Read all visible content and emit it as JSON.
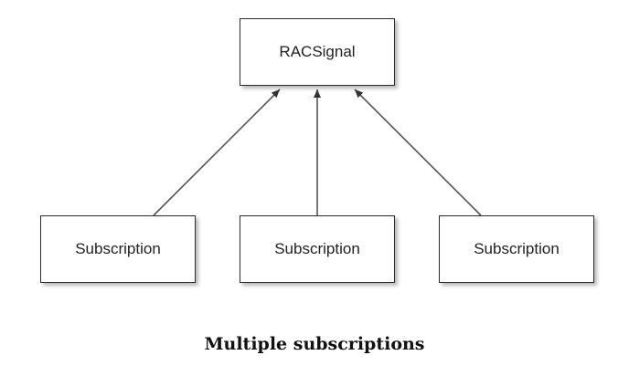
{
  "diagram": {
    "nodes": [
      {
        "id": "signal",
        "label": "RACSignal"
      },
      {
        "id": "sub1",
        "label": "Subscription"
      },
      {
        "id": "sub2",
        "label": "Subscription"
      },
      {
        "id": "sub3",
        "label": "Subscription"
      }
    ],
    "edges": [
      {
        "from": "sub1",
        "to": "signal"
      },
      {
        "from": "sub2",
        "to": "signal"
      },
      {
        "from": "sub3",
        "to": "signal"
      }
    ]
  },
  "caption": "Multiple subscriptions",
  "colors": {
    "stroke": "#2b2b2b",
    "background": "#ffffff",
    "text": "#222222"
  }
}
